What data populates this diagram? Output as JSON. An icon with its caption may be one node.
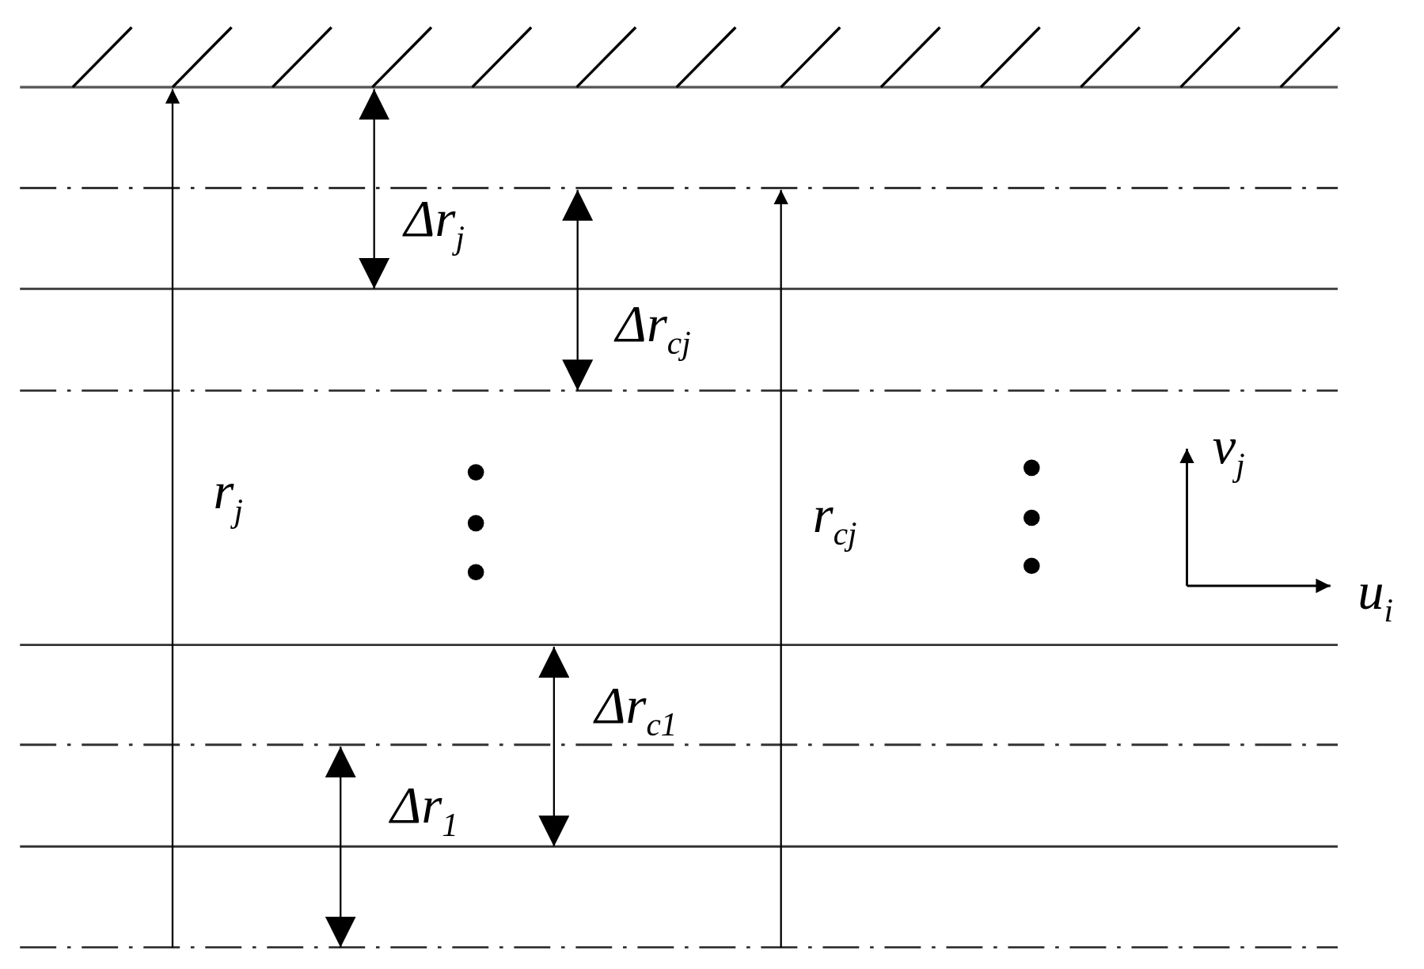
{
  "diagram": {
    "labels": [
      "Δr$_{j}$",
      "Δr$_{cj}$",
      "v$_{j}$",
      "r$_{j}$",
      "r$_{cj}$",
      "u$_{i}$",
      "Δr$_{c1}$",
      "Δr$_{1}$"
    ]
  }
}
